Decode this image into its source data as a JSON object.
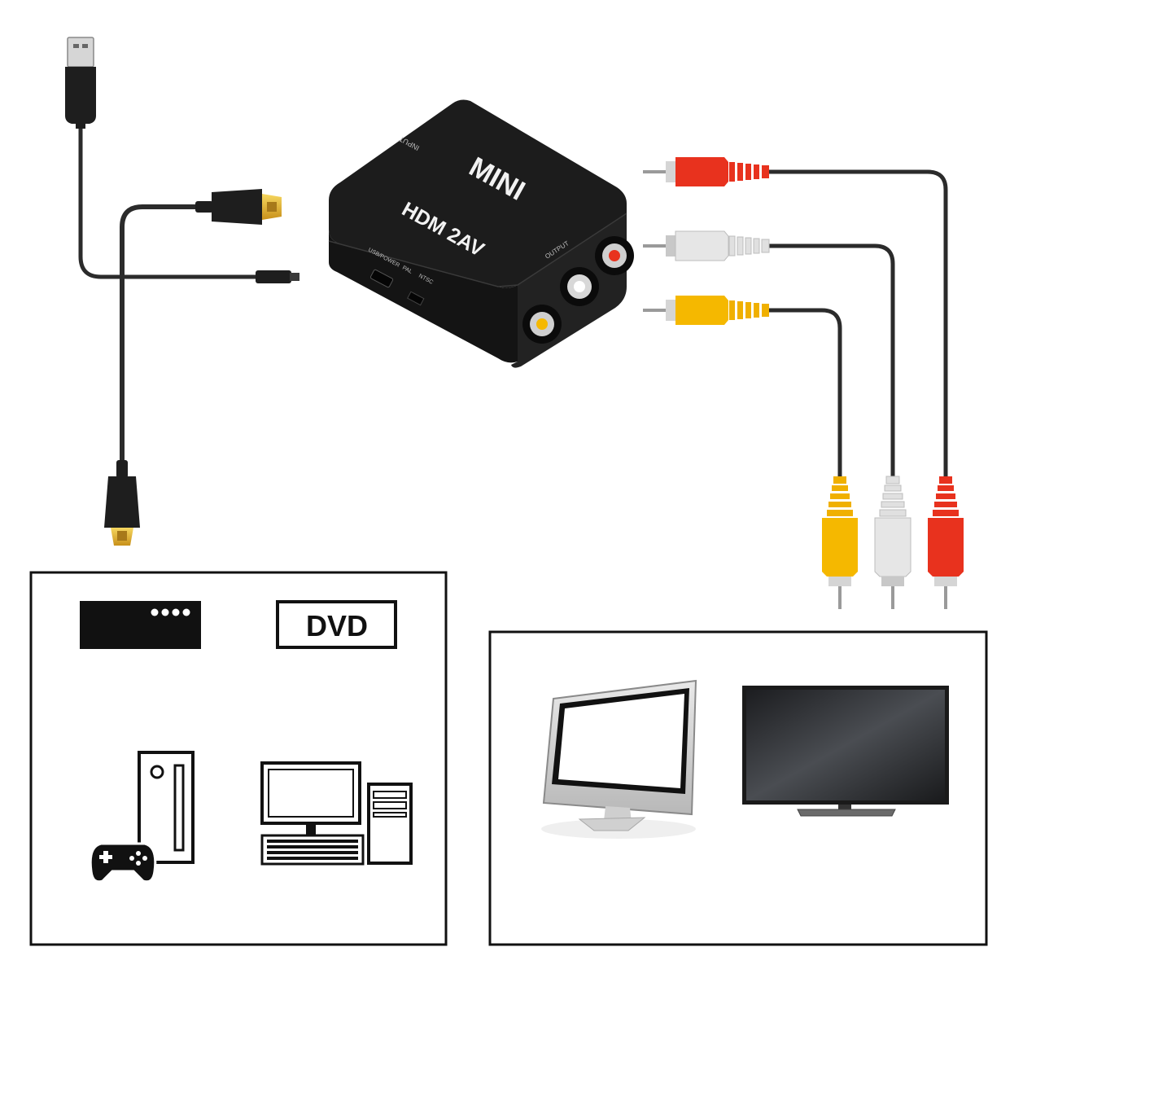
{
  "converter": {
    "brand": "MINI",
    "model": "HDM 2AV",
    "label_input": "INPUT",
    "label_output": "OUTPUT",
    "label_usb_power": "USB/POWER",
    "label_pal": "PAL",
    "label_ntsc": "NTSC"
  },
  "sources": {
    "dvd_label": "DVD"
  },
  "colors": {
    "cable": "#2b2b2b",
    "converter_body": "#1c1c1c",
    "rca_red": "#e8321e",
    "rca_white": "#e6e6e6",
    "rca_yellow": "#f5b800",
    "hdmi_gold": "#e8b830",
    "frame": "#111111"
  },
  "icons": [
    "usb-plug-icon",
    "hdmi-plug-icon",
    "rca-plug-icon",
    "set-top-box-icon",
    "dvd-player-icon",
    "game-console-icon",
    "desktop-computer-icon",
    "monitor-icon",
    "tv-icon"
  ]
}
